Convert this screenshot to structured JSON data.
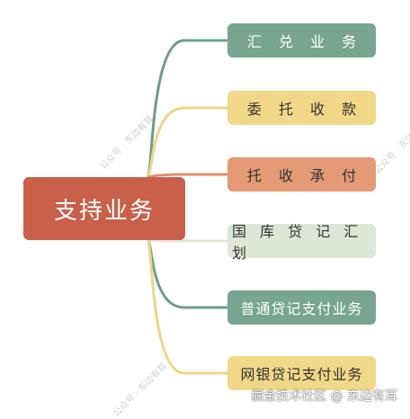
{
  "root": {
    "label": "支持业务",
    "color": "#c8604a"
  },
  "children": [
    {
      "label": "汇 兑 业 务",
      "fill": "#77a590",
      "text": "#ffffff",
      "line": "#6f9c88"
    },
    {
      "label": "委 托 收 款",
      "fill": "#f1d889",
      "text": "#333333",
      "line": "#ecd68a"
    },
    {
      "label": "托 收 承 付",
      "fill": "#e39a75",
      "text": "#333333",
      "line": "#e08e6a"
    },
    {
      "label": "国 库 贷 记 汇 划",
      "fill": "#dde7d8",
      "text": "#333333",
      "line": "#dfe7da"
    },
    {
      "label": "普通贷记支付业务",
      "fill": "#77a590",
      "text": "#ffffff",
      "line": "#6f9c88"
    },
    {
      "label": "网银贷记支付业务",
      "fill": "#f1d889",
      "text": "#333333",
      "line": "#ecd68a"
    }
  ],
  "watermark": "公众号 · 东边有耳",
  "credit": "掘金技术社区 @ 东边有耳"
}
